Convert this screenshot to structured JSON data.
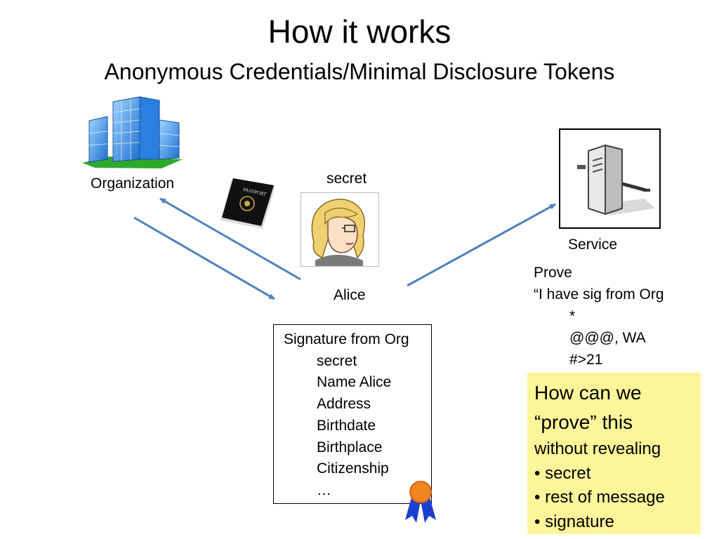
{
  "slide": {
    "title": "How it works",
    "subtitle": "Anonymous Credentials/Minimal Disclosure Tokens"
  },
  "labels": {
    "organization": "Organization",
    "secret": "secret",
    "alice": "Alice",
    "service": "Service"
  },
  "prove": {
    "line1": "Prove",
    "line2": "“I have sig from Org",
    "line3": "*",
    "line4": "@@@, WA",
    "line5": "#>21"
  },
  "signature_box": {
    "heading": "Signature from Org",
    "items": [
      "secret",
      "Name Alice",
      "Address",
      "Birthdate",
      "Birthplace",
      "Citizenship",
      "…"
    ]
  },
  "question_box": {
    "line1": "How can we",
    "line2": "“prove” this",
    "line3": "without revealing",
    "bullets": [
      "• secret",
      "• rest of message",
      "• signature"
    ]
  },
  "icons": [
    "building-icon",
    "passport-icon",
    "alice-avatar-icon",
    "server-icon",
    "ribbon-seal-icon"
  ],
  "colors": {
    "arrow": "#4f81bd",
    "question_box_bg": "#fdf59a"
  }
}
